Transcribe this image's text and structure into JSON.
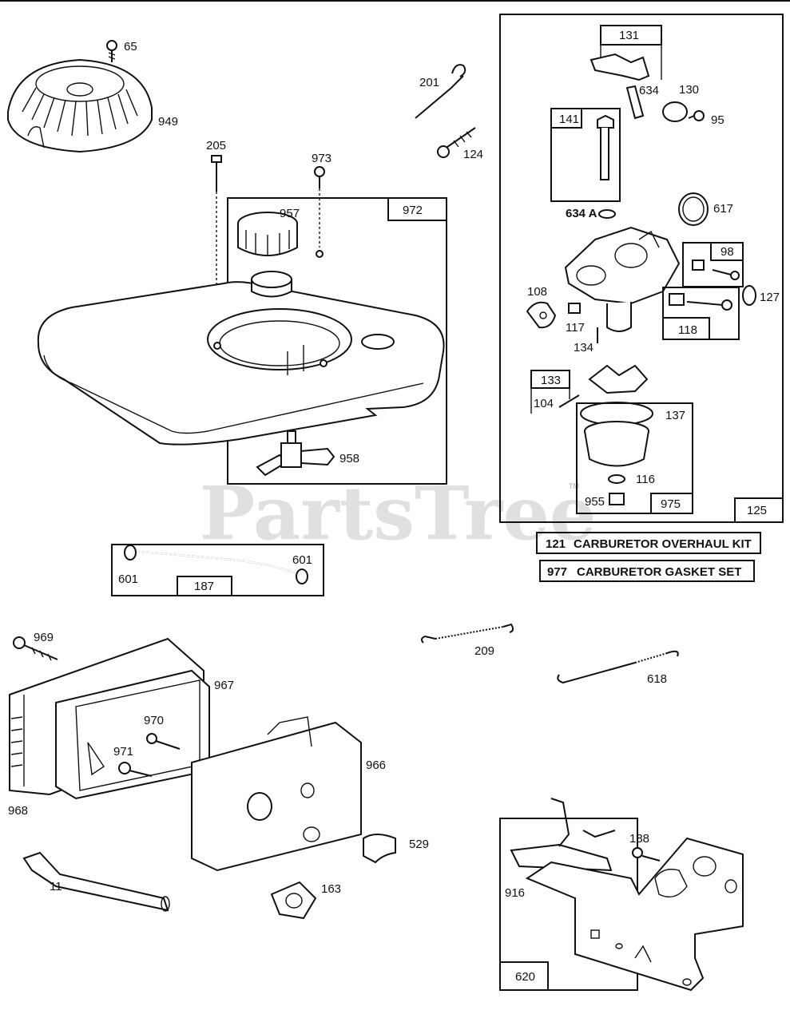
{
  "watermark": {
    "text": "PartsTree",
    "tm": "TM"
  },
  "labels": {
    "p65": "65",
    "p949": "949",
    "p201": "201",
    "p124": "124",
    "p205": "205",
    "p973": "973",
    "p957": "957",
    "p972": "972",
    "p958": "958",
    "p131": "131",
    "p634": "634",
    "p130": "130",
    "p95": "95",
    "p141": "141",
    "p634a": "634 A",
    "p617": "617",
    "p98": "98",
    "p127": "127",
    "p108": "108",
    "p117": "117",
    "p118": "118",
    "p134": "134",
    "p133": "133",
    "p104": "104",
    "p137": "137",
    "p116": "116",
    "p955": "955",
    "p975": "975",
    "p125": "125",
    "p601a": "601",
    "p601b": "601",
    "p187": "187",
    "p969": "969",
    "p967": "967",
    "p970": "970",
    "p971": "971",
    "p966": "966",
    "p968": "968",
    "p529": "529",
    "p11": "11",
    "p163": "163",
    "p209": "209",
    "p618": "618",
    "p188": "188",
    "p916": "916",
    "p620": "620"
  },
  "kits": [
    {
      "number": "121",
      "name": "CARBURETOR OVERHAUL KIT"
    },
    {
      "number": "977",
      "name": "CARBURETOR GASKET SET"
    }
  ]
}
